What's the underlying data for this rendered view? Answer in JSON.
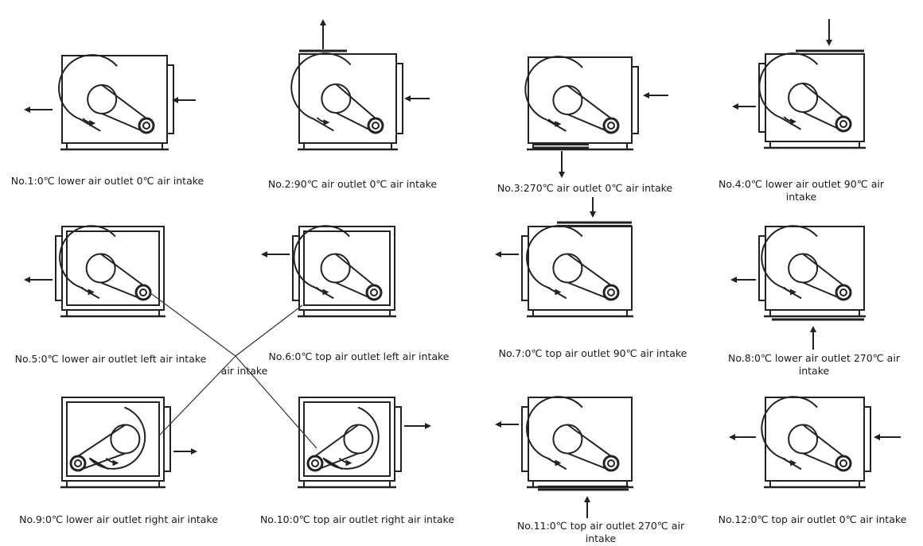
{
  "diagram": {
    "callout": "air intake",
    "units": [
      {
        "id": 1,
        "caption": "No.1:0℃ lower air outlet 0℃ air intake"
      },
      {
        "id": 2,
        "caption": "No.2:90℃ air outlet 0℃ air intake"
      },
      {
        "id": 3,
        "caption": "No.3:270℃ air outlet 0℃ air intake"
      },
      {
        "id": 4,
        "caption": "No.4:0℃ lower air outlet 90℃ air intake"
      },
      {
        "id": 5,
        "caption": "No.5:0℃ lower air outlet left air intake"
      },
      {
        "id": 6,
        "caption": "No.6:0℃ top air outlet left air intake"
      },
      {
        "id": 7,
        "caption": "No.7:0℃ top air outlet 90℃ air intake"
      },
      {
        "id": 8,
        "caption": "No.8:0℃ lower air outlet 270℃ air intake"
      },
      {
        "id": 9,
        "caption": "No.9:0℃ lower air outlet right air intake"
      },
      {
        "id": 10,
        "caption": "No.10:0℃ top air outlet right air intake"
      },
      {
        "id": 11,
        "caption": "No.11:0℃ top air outlet 270℃ air intake"
      },
      {
        "id": 12,
        "caption": "No.12:0℃ top air outlet 0℃ air intake"
      }
    ]
  }
}
